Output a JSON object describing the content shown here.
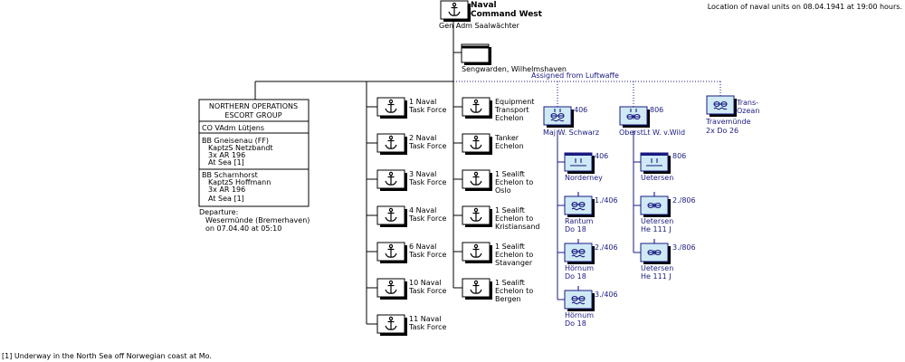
{
  "header": {
    "title_line1": "Naval",
    "title_line2": "Command West",
    "commander": "Gen Adm  Saalwächter",
    "location_note": "Location of naval units on 08.04.1941 at 19:00 hours."
  },
  "hq": {
    "label": "Sengwarden, Wilhelmshaven"
  },
  "luftwaffe_label": "Assigned from Luftwaffe",
  "escort_group": {
    "title_line1": "NORTHERN OPERATIONS",
    "title_line2": "ESCORT GROUP",
    "commander": "CO  VAdm  Lütjens",
    "ship1_name": "BB  Gneisenau  (FF)",
    "ship1_captain": "KaptzS  Netzbandt",
    "ship1_aircraft": "3x  AR 196",
    "ship1_status": "At Sea [1]",
    "ship2_name": "BB  Scharnhorst",
    "ship2_captain": "KaptzS  Hoffmann",
    "ship2_aircraft": "3x  AR 196",
    "ship2_status": "At Sea [1]",
    "departure_label": "Departure:",
    "departure_place": "Wesermünde (Bremerhaven)",
    "departure_time": "on 07.04.40 at 05:10"
  },
  "task_forces": [
    {
      "line1": "1 Naval",
      "line2": "Task Force"
    },
    {
      "line1": "2 Naval",
      "line2": "Task Force"
    },
    {
      "line1": "3 Naval",
      "line2": "Task Force"
    },
    {
      "line1": "4 Naval",
      "line2": "Task Force"
    },
    {
      "line1": "6 Naval",
      "line2": "Task Force"
    },
    {
      "line1": "10 Naval",
      "line2": "Task Force"
    },
    {
      "line1": "11 Naval",
      "line2": "Task Force"
    }
  ],
  "echelons": [
    {
      "line1": "Equipment",
      "line2": "Transport",
      "line3": "Echelon"
    },
    {
      "line1": "Tanker",
      "line2": "Echelon",
      "line3": ""
    },
    {
      "line1": "1 Sealift",
      "line2": "Echelon to",
      "line3": "Oslo"
    },
    {
      "line1": "1 Sealift",
      "line2": "Echelon to",
      "line3": "Kristiansand"
    },
    {
      "line1": "1 Sealift",
      "line2": "Echelon to",
      "line3": "Stavanger"
    },
    {
      "line1": "1 Sealift",
      "line2": "Echelon to",
      "line3": "Bergen"
    }
  ],
  "air_groups": [
    {
      "number": "406",
      "commander": "Maj  W. Schwarz",
      "hq_number": "406",
      "hq_location": "Norderney",
      "squadrons": [
        {
          "number": "1./406",
          "location": "Rantum",
          "aircraft": "Do 18"
        },
        {
          "number": "2./406",
          "location": "Hörnum",
          "aircraft": "Do 18"
        },
        {
          "number": "3./406",
          "location": "Hörnum",
          "aircraft": "Do 18"
        }
      ]
    },
    {
      "number": "806",
      "commander": "OberstLt  W. v.Wild",
      "hq_number": "806",
      "hq_location": "Uetersen",
      "squadrons": [
        {
          "number": "2./806",
          "location": "Uetersen",
          "aircraft": "He 111 J"
        },
        {
          "number": "3./806",
          "location": "Uetersen",
          "aircraft": "He 111 J"
        }
      ]
    }
  ],
  "transocean": {
    "line1": "Trans-",
    "line2": "Ozean",
    "location": "Travemünde",
    "aircraft": "2x  Do 26"
  },
  "footnote": "[1] Underway in the North Sea off Norwegian coast at Mo."
}
